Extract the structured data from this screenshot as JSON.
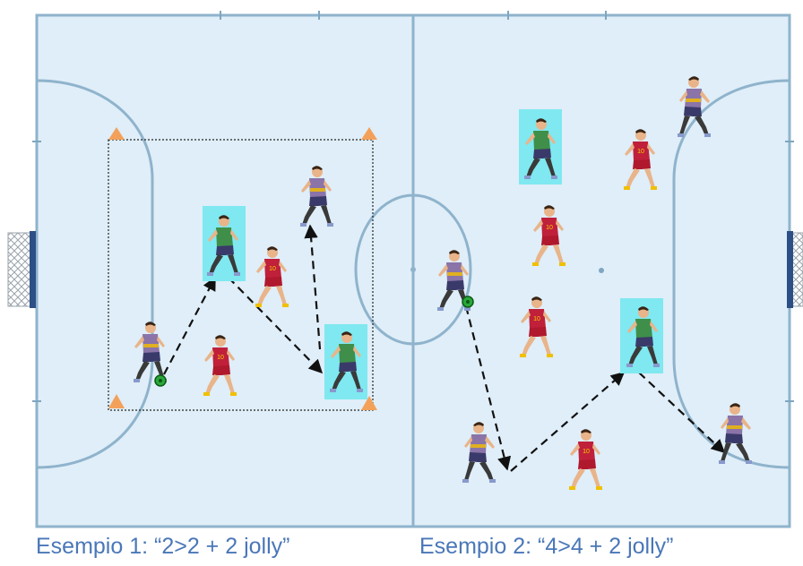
{
  "captions": {
    "example1": "Esempio 1: “2>2 + 2 jolly”",
    "example2": "Esempio 2: “4>4 + 2 jolly”"
  },
  "colors": {
    "pitch": "#dfeef8",
    "lines": "#8fb3cc",
    "cone": "#f3a15a",
    "jolly_highlight": "#7fe8f0",
    "attacker_shirt": "#8a74a8",
    "defender_shirt": "#c0203a",
    "jolly_shirt": "#3f8f4a",
    "ball": "#2aa83a",
    "arrow": "#111111",
    "caption": "#4a77b8"
  },
  "player_types": {
    "attacker": "purple-player-icon",
    "defender": "red-player-icon",
    "jolly": "green-jolly-player-icon"
  },
  "shirt_number": "10"
}
